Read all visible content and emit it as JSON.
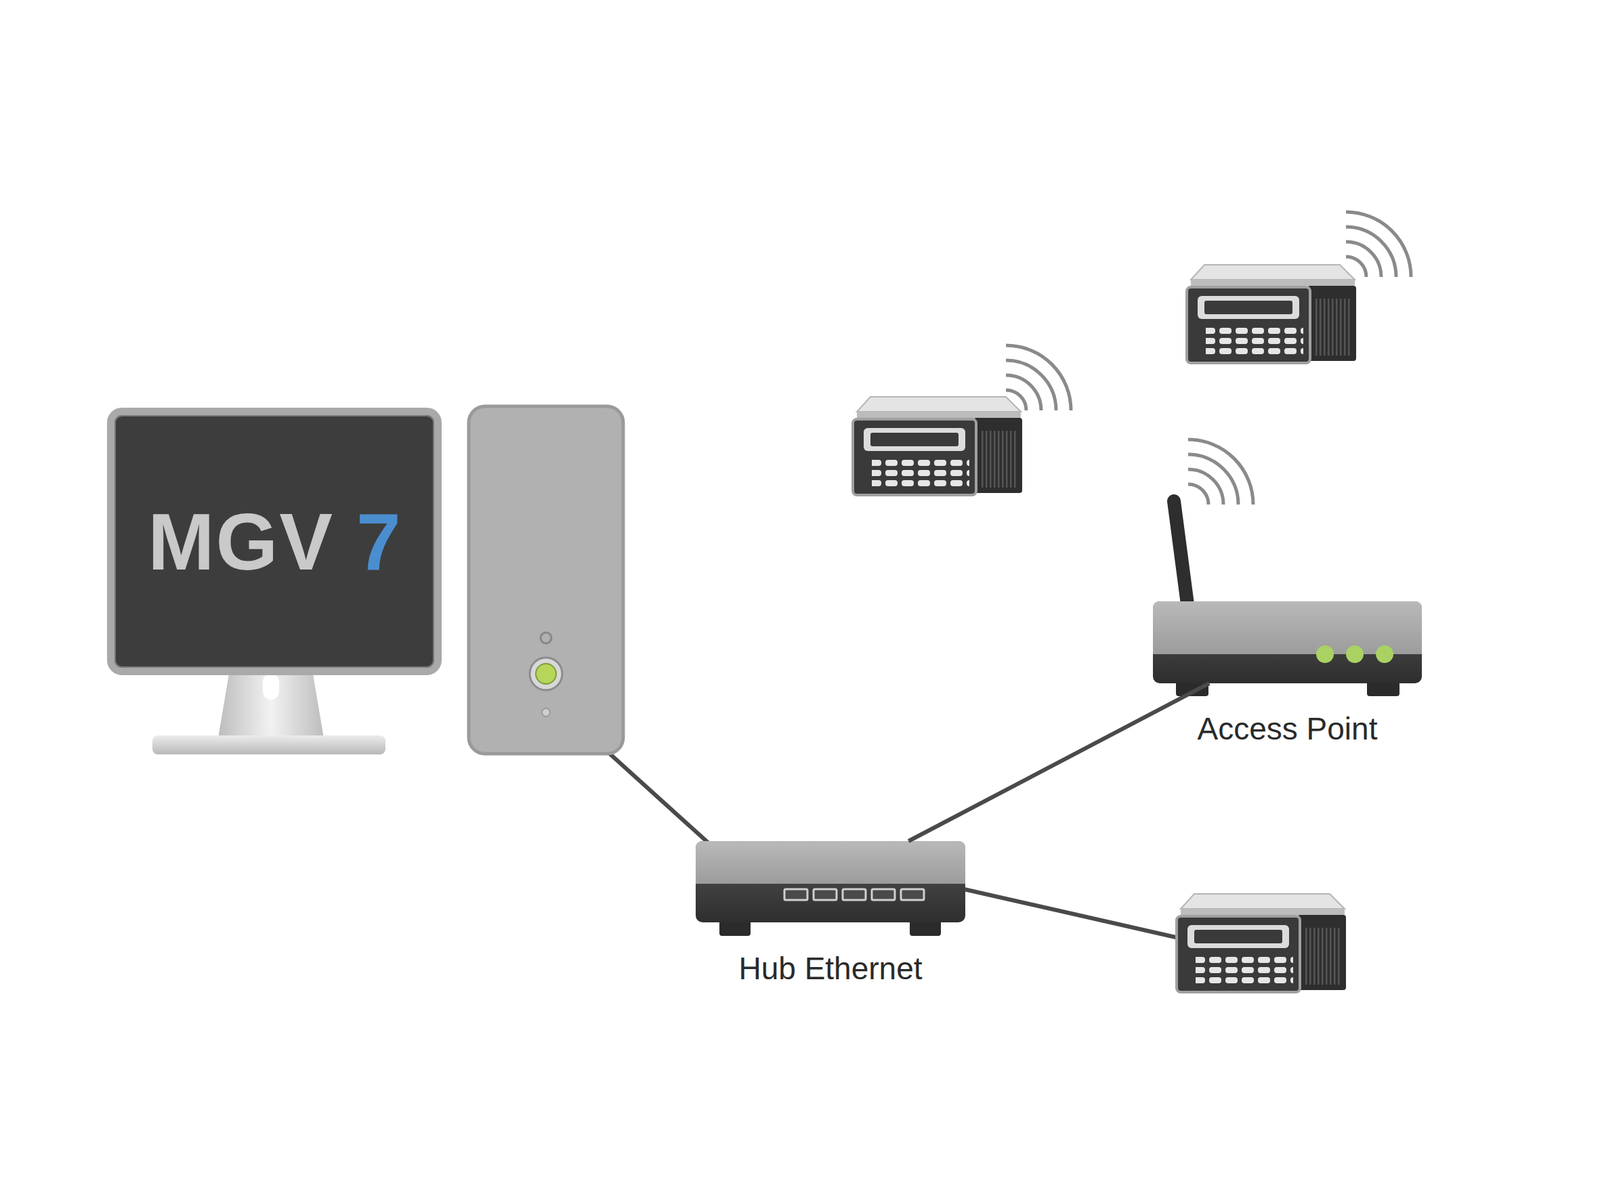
{
  "diagram": {
    "nodes": [
      {
        "text": [
          "MGV",
          "7"
        ]
      },
      {
        "text": [
          "Hub Ethernet"
        ]
      },
      {
        "text": [
          "Access Point"
        ]
      }
    ],
    "edges": [
      {
        "from": 1,
        "to": 2,
        "arrow": "none"
      }
    ]
  }
}
